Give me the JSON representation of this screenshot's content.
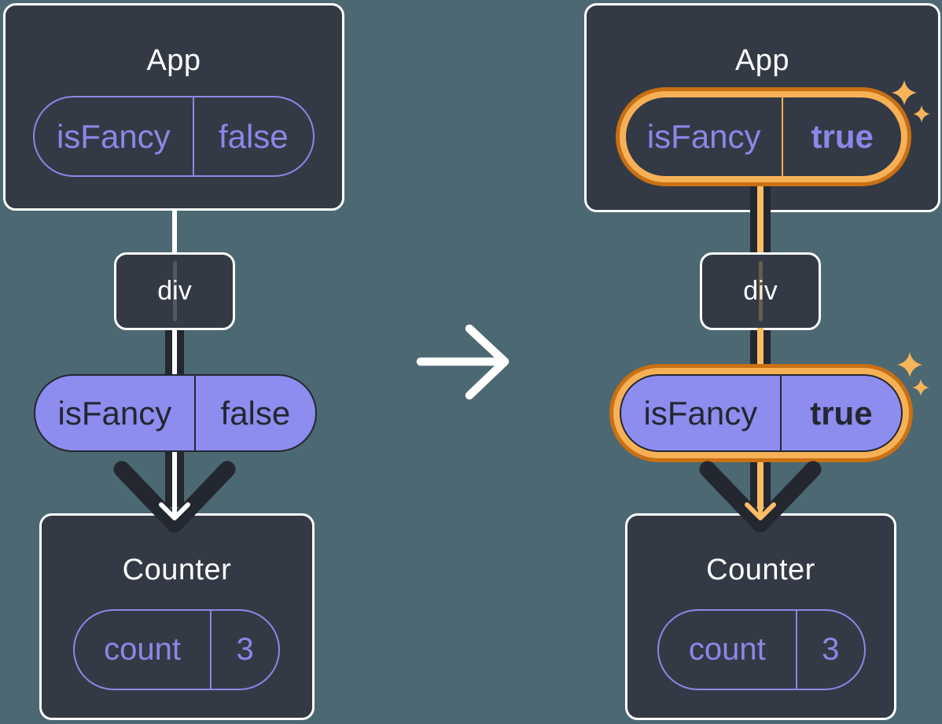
{
  "colors": {
    "background": "#4c6872",
    "card_fill": "#333a45",
    "card_border": "#ffffff",
    "edge_dark": "#23272f",
    "edge_core_left": "#ffffff",
    "edge_core_right": "#fbbd66",
    "purple": "#8a88e8",
    "purple_pill_fill": "#8d8cef",
    "dark_text": "#23272f",
    "highlight_ring_outer": "#c96f14",
    "highlight_ring_inner": "#f6b157",
    "sparkle": "#f7b459"
  },
  "icons": {
    "transition": "arrow-right-icon",
    "flow": "arrow-down-icon",
    "highlight": "sparkles-icon"
  },
  "left_tree": {
    "app_card": {
      "title": "App",
      "prop": {
        "key": "isFancy",
        "value": "false"
      }
    },
    "div_node": {
      "label": "div"
    },
    "passed_prop": {
      "key": "isFancy",
      "value": "false"
    },
    "counter_card": {
      "title": "Counter",
      "state": {
        "key": "count",
        "value": "3"
      }
    }
  },
  "right_tree": {
    "app_card": {
      "title": "App",
      "prop": {
        "key": "isFancy",
        "value": "true"
      }
    },
    "div_node": {
      "label": "div"
    },
    "passed_prop": {
      "key": "isFancy",
      "value": "true"
    },
    "counter_card": {
      "title": "Counter",
      "state": {
        "key": "count",
        "value": "3"
      }
    }
  }
}
